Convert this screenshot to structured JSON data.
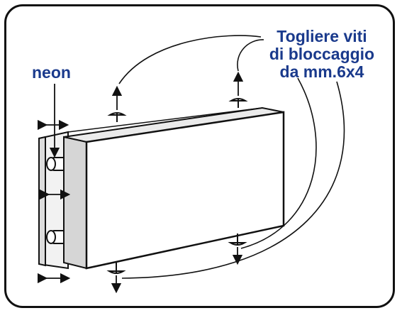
{
  "labels": {
    "neon": "neon",
    "instruction_lines": [
      "Togliere viti",
      "di bloccaggio",
      "da mm.6x4"
    ]
  },
  "colors": {
    "label_blue": "#1a3a8c",
    "outline": "#111111",
    "face_gray": "#ebebeb",
    "side_gray": "#d6d6d6"
  },
  "icons": {
    "screws": "screw-icon",
    "arrows": "double-arrow-icon"
  }
}
